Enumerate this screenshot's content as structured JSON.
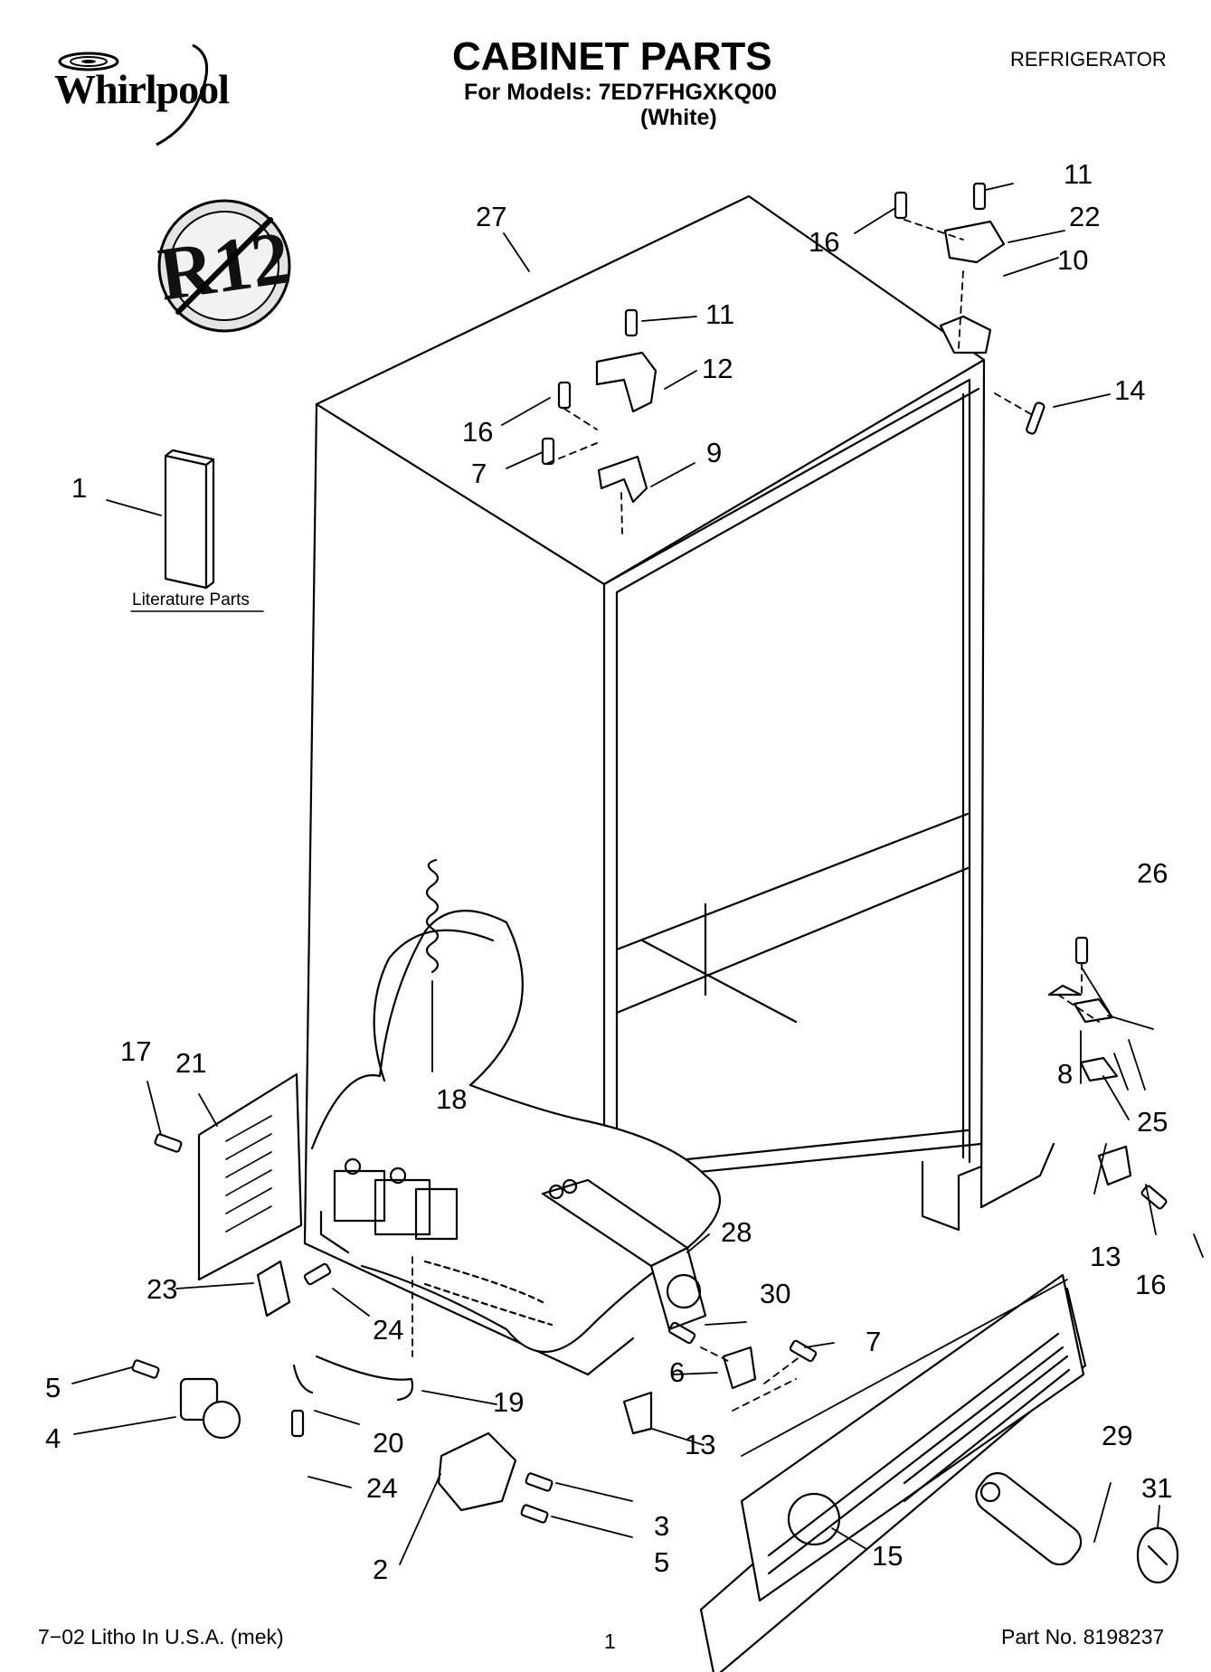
{
  "header": {
    "brand": "Whirlpool",
    "title": "CABINET PARTS",
    "models_line": "For Models: 7ED7FHGXKQ00",
    "color_line": "(White)",
    "appliance": "REFRIGERATOR"
  },
  "badge": {
    "text": "R12"
  },
  "literature_label": "Literature Parts",
  "callouts": [
    "1",
    "2",
    "3",
    "4",
    "5",
    "5",
    "6",
    "7",
    "7",
    "8",
    "9",
    "10",
    "11",
    "11",
    "12",
    "13",
    "13",
    "14",
    "15",
    "16",
    "16",
    "16",
    "17",
    "18",
    "19",
    "20",
    "21",
    "22",
    "23",
    "24",
    "24",
    "25",
    "26",
    "27",
    "28",
    "29",
    "30",
    "31"
  ],
  "footer": {
    "litho": "7−02 Litho In U.S.A. (mek)",
    "page_number": "1",
    "part_no": "Part No. 8198237"
  }
}
